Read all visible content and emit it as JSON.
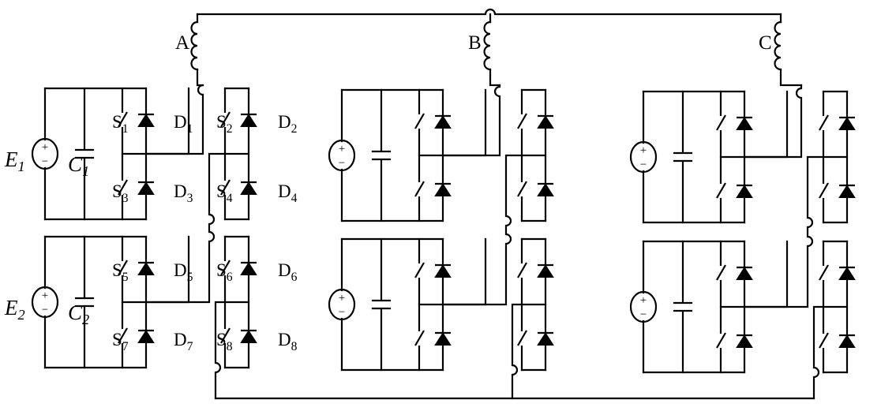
{
  "phases": [
    "A",
    "B",
    "C"
  ],
  "cells": [
    {
      "source": {
        "base": "E",
        "sub": "1"
      },
      "capacitor": {
        "base": "C",
        "sub": "1"
      },
      "switches": [
        {
          "base": "S",
          "sub": "1"
        },
        {
          "base": "S",
          "sub": "2"
        },
        {
          "base": "S",
          "sub": "3"
        },
        {
          "base": "S",
          "sub": "4"
        }
      ],
      "diodes": [
        {
          "base": "D",
          "sub": "1"
        },
        {
          "base": "D",
          "sub": "2"
        },
        {
          "base": "D",
          "sub": "3"
        },
        {
          "base": "D",
          "sub": "4"
        }
      ]
    },
    {
      "source": {
        "base": "E",
        "sub": "2"
      },
      "capacitor": {
        "base": "C",
        "sub": "2"
      },
      "switches": [
        {
          "base": "S",
          "sub": "5"
        },
        {
          "base": "S",
          "sub": "6"
        },
        {
          "base": "S",
          "sub": "7"
        },
        {
          "base": "S",
          "sub": "8"
        }
      ],
      "diodes": [
        {
          "base": "D",
          "sub": "5"
        },
        {
          "base": "D",
          "sub": "6"
        },
        {
          "base": "D",
          "sub": "7"
        },
        {
          "base": "D",
          "sub": "8"
        }
      ]
    }
  ],
  "source_polarity": {
    "plus": "+",
    "minus": "−"
  }
}
